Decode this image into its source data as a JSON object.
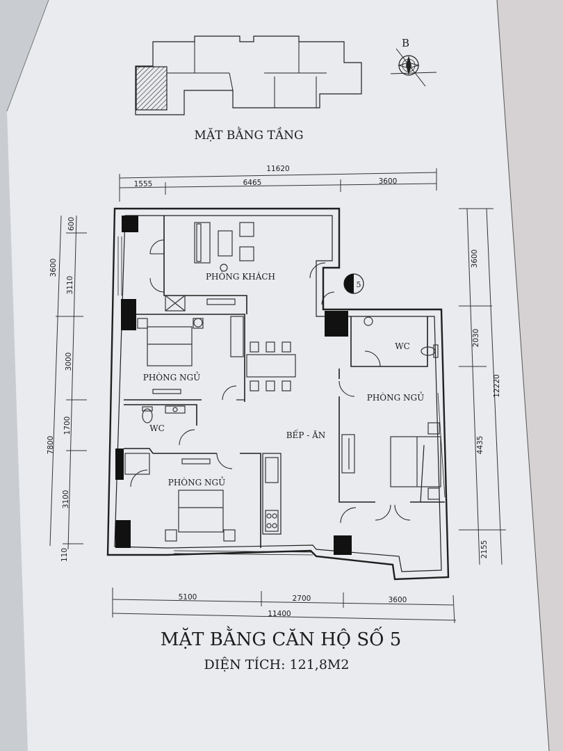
{
  "floor_key": {
    "title": "MẶT BẰNG TẦNG",
    "north_label": "B"
  },
  "top_dims": {
    "total": "11620",
    "a": "1555",
    "b": "6465",
    "c": "3600"
  },
  "bottom_dims": {
    "total": "11400",
    "a": "5100",
    "b": "2700",
    "c": "3600"
  },
  "left_dims": {
    "outer_upper": "3600",
    "outer_lower": "7800",
    "inner_a": "600",
    "inner_b": "3110",
    "inner_c": "3000",
    "inner_d": "1700",
    "inner_e": "3100",
    "inner_f": "110"
  },
  "right_dims": {
    "outer_top": "3600",
    "outer_main": "12220",
    "inner_a": "2030",
    "inner_b": "4435",
    "inner_c": "2155"
  },
  "rooms": {
    "living": "PHÒNG KHÁCH",
    "bed1": "PHÒNG NGỦ",
    "bed2": "PHÒNG NGỦ",
    "bed3": "PHÒNG NGỦ",
    "wc1": "WC",
    "wc2": "WC",
    "kitchen": "BẾP - ĂN"
  },
  "entrance_marker": "5",
  "caption": {
    "title": "MẶT BẰNG CĂN HỘ SỐ 5",
    "area": "DIỆN TÍCH: 121,8M2"
  }
}
